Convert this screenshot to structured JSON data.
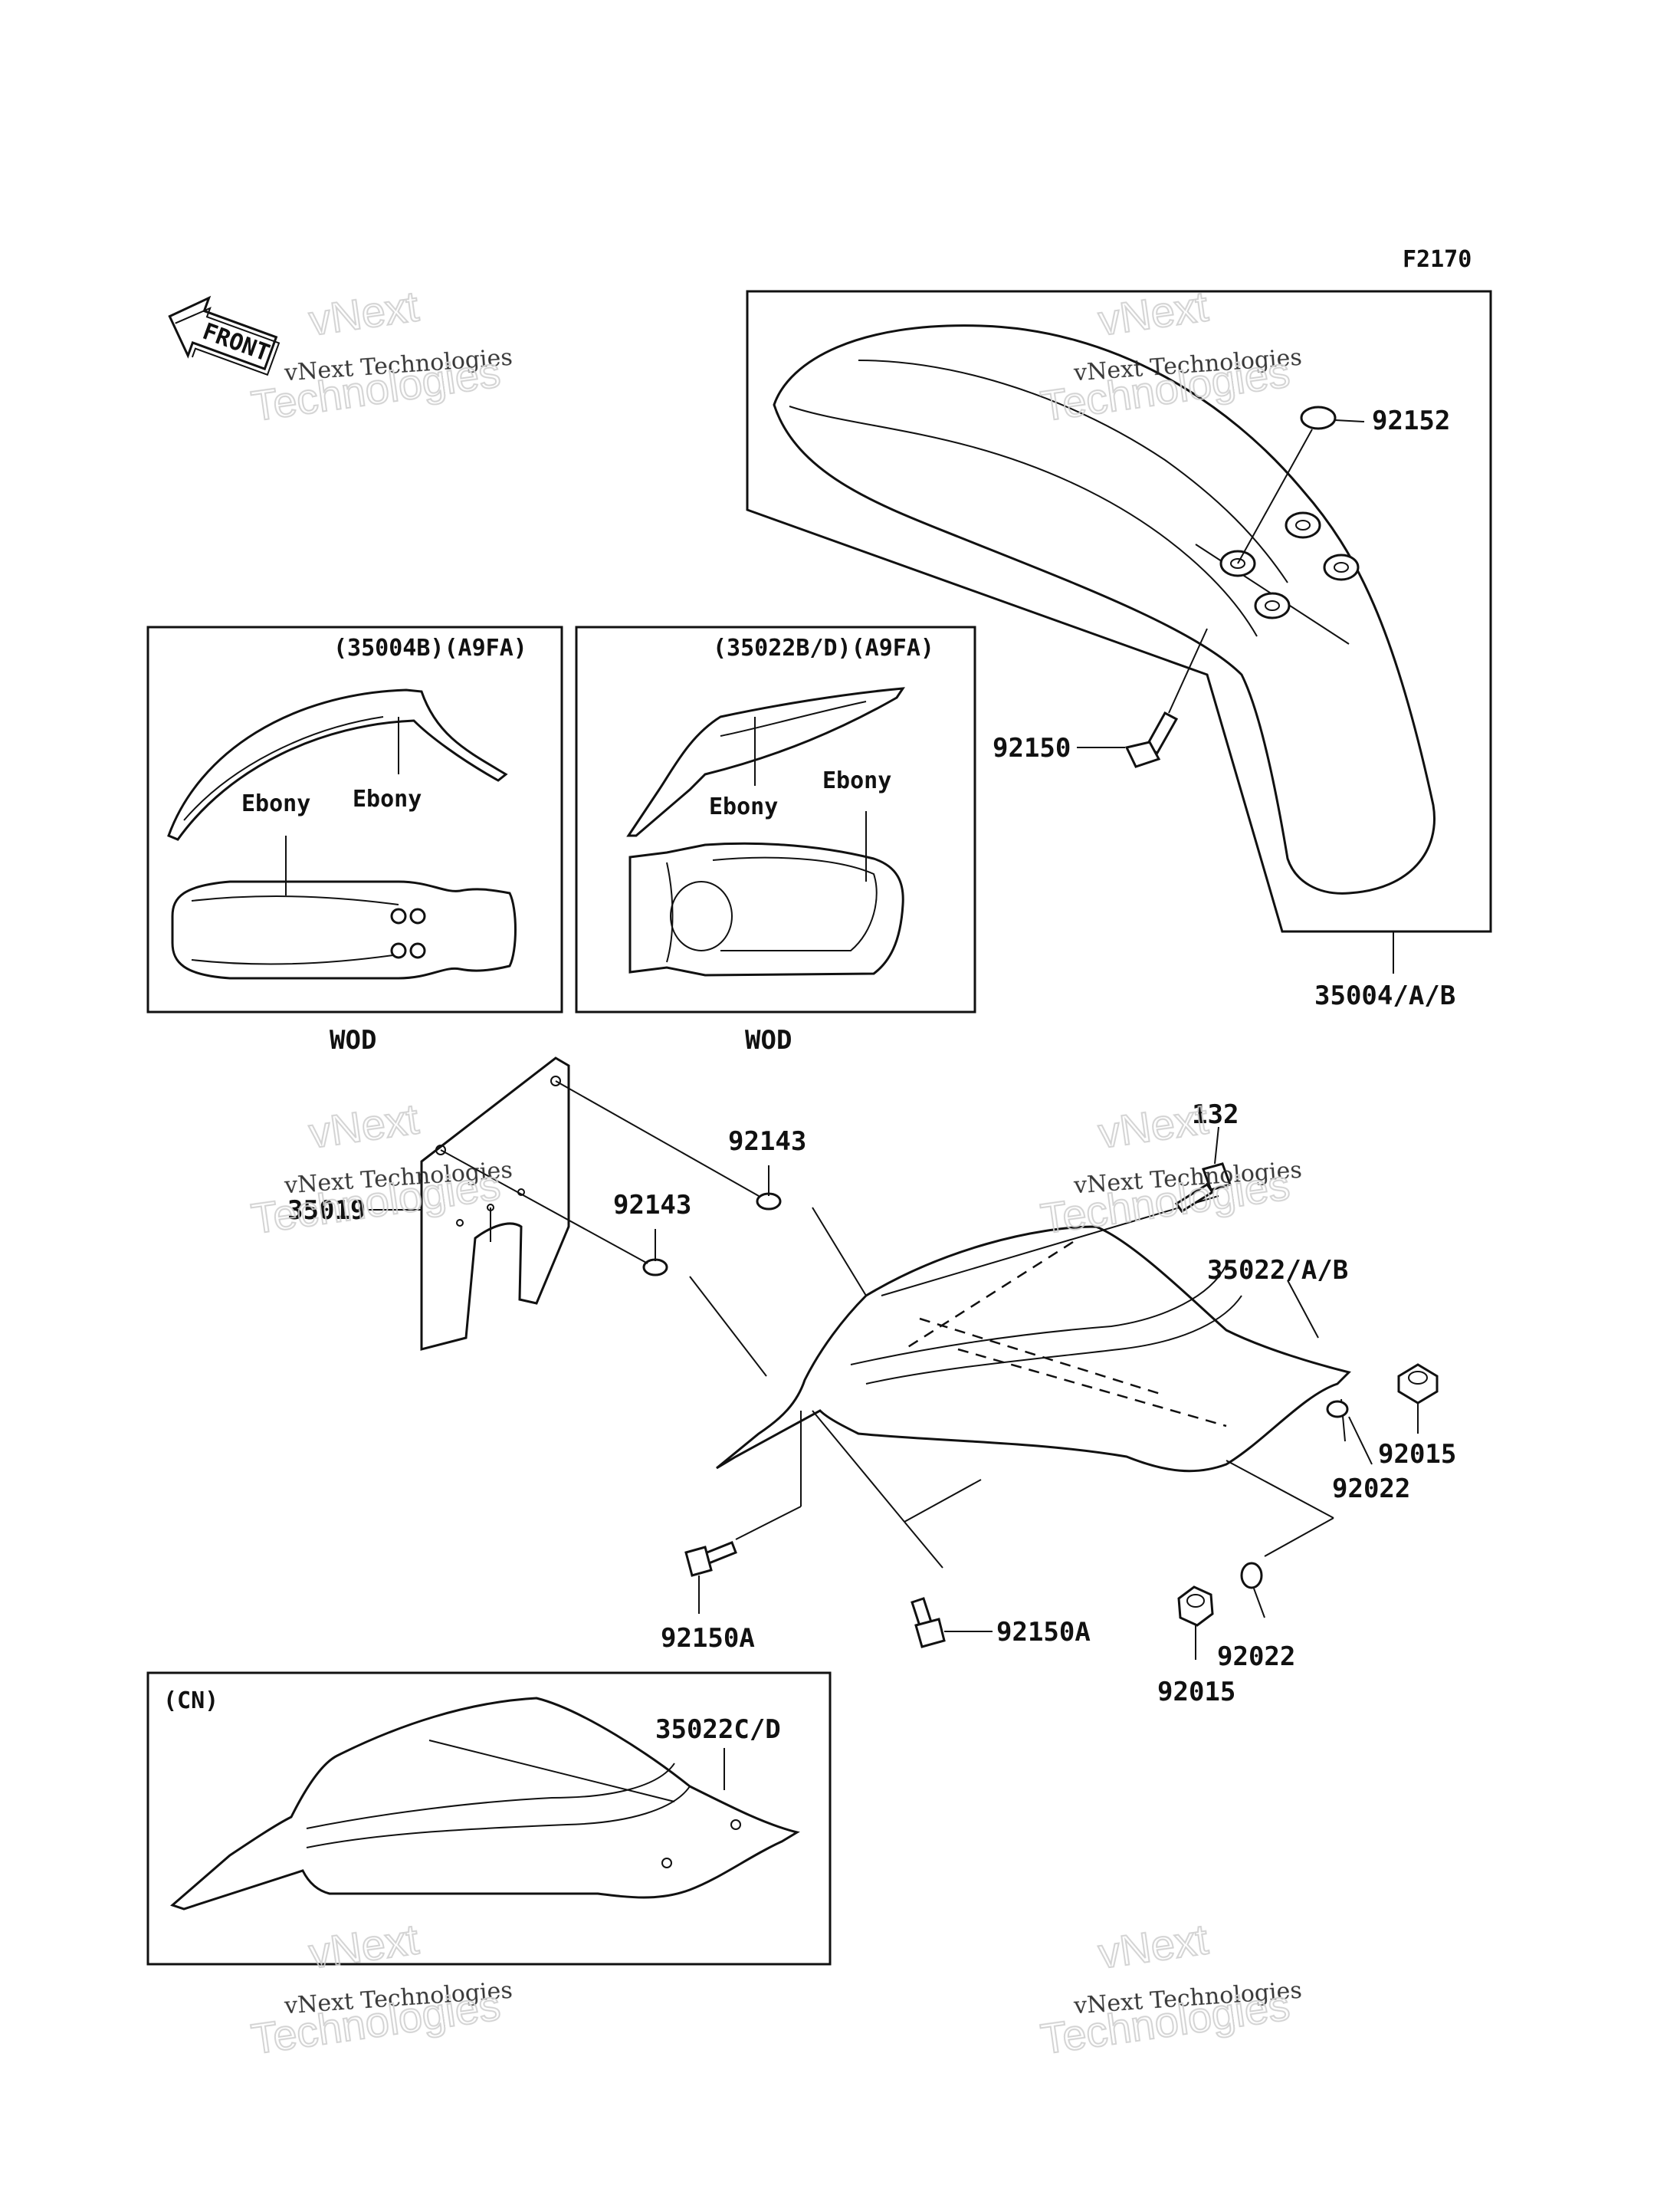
{
  "figure_code": "F2170",
  "front_arrow_text": "FRONT",
  "watermark": {
    "line1": "vNext",
    "line2": "vNext Technologies",
    "line3": "Technologies"
  },
  "insets": {
    "front_fender_color": {
      "header": "(35004B)(A9FA)",
      "color_label_top": "Ebony",
      "color_label_bottom": "Ebony",
      "caption": "WOD"
    },
    "rear_fender_color": {
      "header": "(35022B/D)(A9FA)",
      "color_label_top": "Ebony",
      "color_label_bottom": "Ebony",
      "caption": "WOD"
    },
    "cn_rear_fender": {
      "header": "(CN)",
      "part": "35022C/D"
    }
  },
  "parts": {
    "p92152": "92152",
    "p92150": "92150",
    "p35004": "35004/A/B",
    "p132": "132",
    "p92143a": "92143",
    "p92143b": "92143",
    "p35019": "35019",
    "p35022": "35022/A/B",
    "p92015a": "92015",
    "p92022a": "92022",
    "p92150a1": "92150A",
    "p92150a2": "92150A",
    "p92022b": "92022",
    "p92015b": "92015"
  }
}
